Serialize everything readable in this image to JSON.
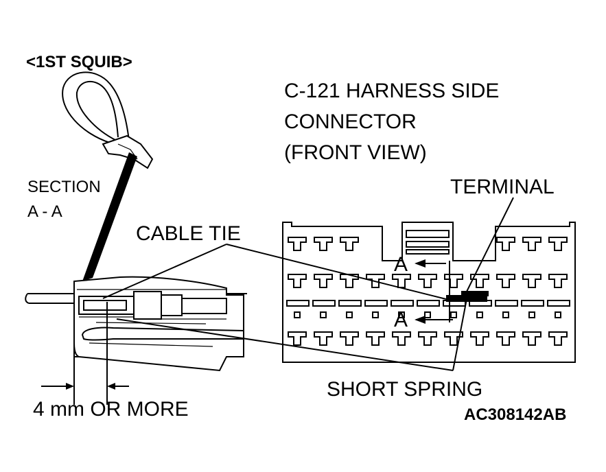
{
  "labels": {
    "squib_title": "<1ST SQUIB>",
    "connector_line1": "C-121 HARNESS SIDE",
    "connector_line2": "CONNECTOR",
    "connector_line3": "(FRONT VIEW)",
    "terminal": "TERMINAL",
    "section_line1": "SECTION",
    "section_line2": "A - A",
    "cable_tie": "CABLE TIE",
    "section_marker_top": "A",
    "section_marker_bottom": "A",
    "short_spring": "SHORT SPRING",
    "dimension": "4 mm OR MORE",
    "figure_code": "AC308142AB"
  }
}
